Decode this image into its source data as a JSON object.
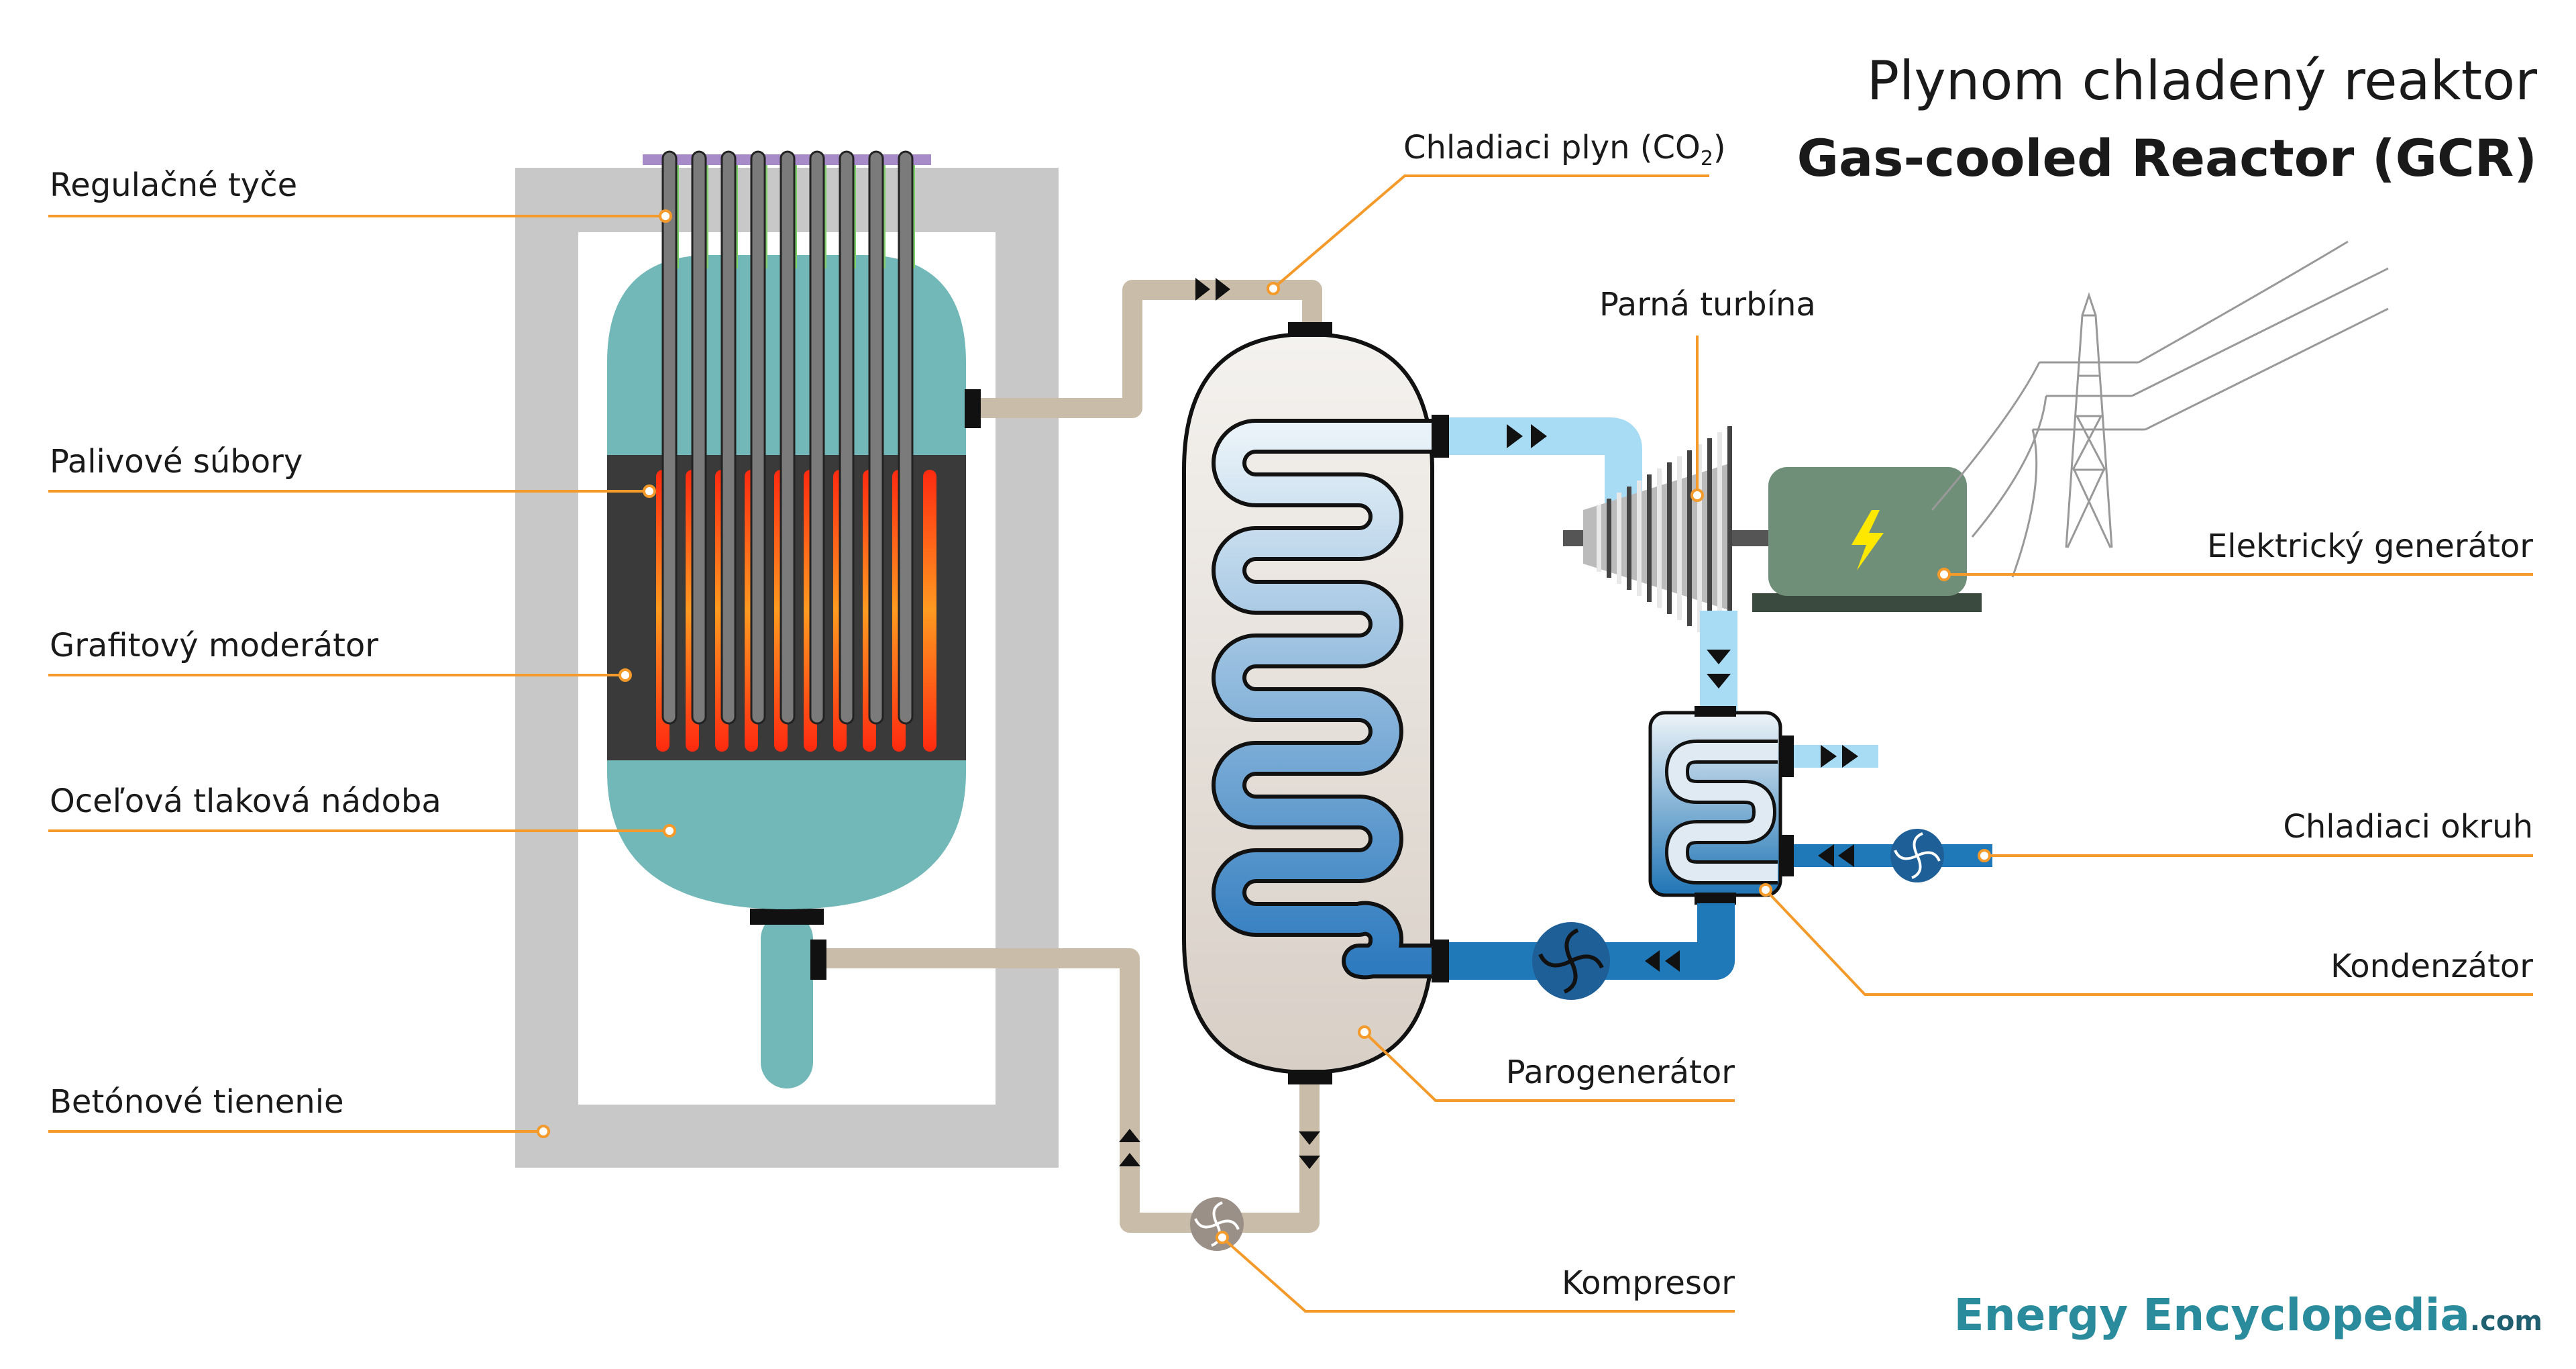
{
  "title": {
    "line1": "Plynom chladený reaktor",
    "line2": "Gas-cooled Reactor (GCR)"
  },
  "labels": {
    "control_rods": "Regulačné tyče",
    "fuel_assemblies": "Palivové súbory",
    "graphite_moderator": "Grafitový moderátor",
    "pressure_vessel": "Oceľová tlaková nádoba",
    "concrete_shielding": "Betónové tienenie",
    "coolant_gas": "Chladiaci plyn  (CO",
    "coolant_gas_sub": "2",
    "coolant_gas_close": ")",
    "steam_turbine": "Parná turbína",
    "generator": "Elektrický generátor",
    "cooling_circuit": "Chladiaci okruh",
    "condenser": "Kondenzátor",
    "steam_generator": "Parogenerátor",
    "compressor": "Kompresor"
  },
  "brand": {
    "word1": "Energy",
    "word2": "Encyclopedia",
    "suffix": ".com"
  },
  "icons": {
    "generator": "lightning-bolt-icon",
    "pumps": "fan-icon",
    "transmission": "pylon-icon"
  },
  "colors": {
    "leader": "#f39a2b",
    "concrete": "#c8c8c8",
    "vessel": "#72b8b8",
    "graphite": "#3a3a3a",
    "co2_pipe": "#c9bca8",
    "steam": "#a8dcf5",
    "water": "#1f78b8",
    "generator": "#6f8f78",
    "brand_teal": "#2a8b9c",
    "brand_dark": "#1f5f6f"
  }
}
